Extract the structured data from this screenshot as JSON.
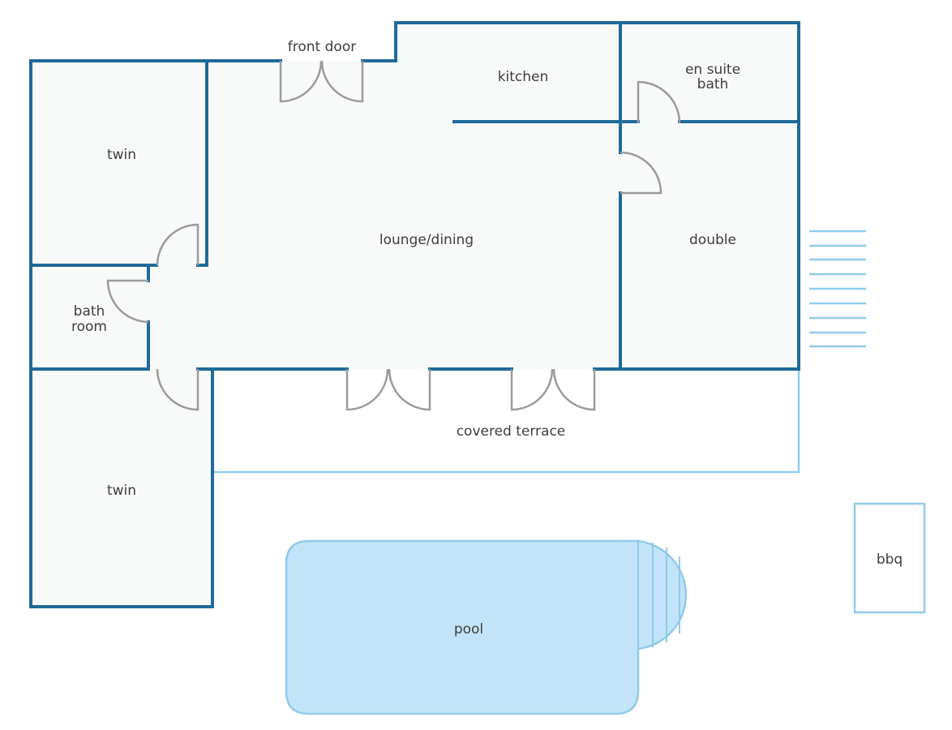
{
  "colors": {
    "wall": "#1f6a99",
    "door": "#9b9b9b",
    "outdoor_outline": "#8fcbe9",
    "pool_fill": "#c3e4f8",
    "floor": "#f8f9f9",
    "label": "#3d3d3d"
  },
  "rooms": {
    "front_door": "front door",
    "kitchen": "kitchen",
    "en_suite_line1": "en suite",
    "en_suite_line2": "bath",
    "twin_top": "twin",
    "lounge": "lounge/dining",
    "double": "double",
    "bath_line1": "bath",
    "bath_line2": "room",
    "twin_bottom": "twin",
    "covered_terrace": "covered terrace",
    "pool": "pool",
    "bbq": "bbq"
  }
}
